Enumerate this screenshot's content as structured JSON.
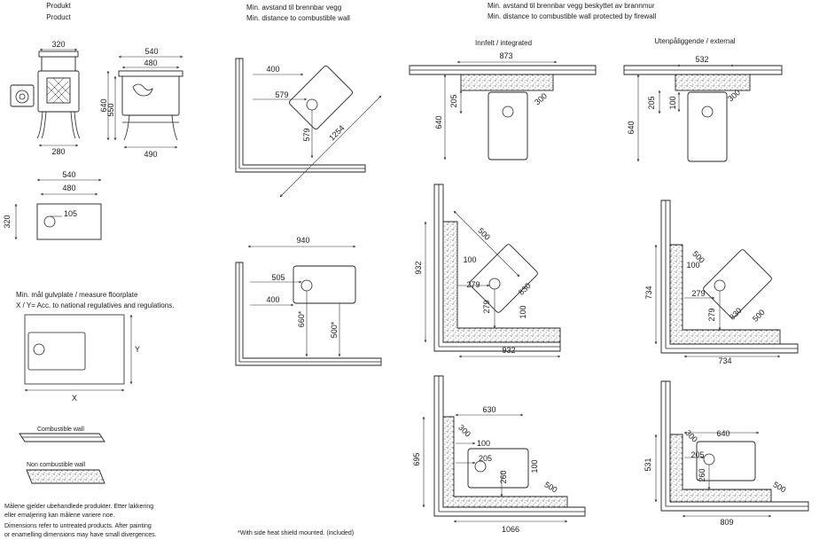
{
  "headers": {
    "product_no": "Produkt",
    "product_en": "Product",
    "combustible_no": "Min. avstand til brennbar vegg",
    "combustible_en": "Min. distance to combustible wall",
    "firewall_no": "Min. avstand til brennbar vegg beskyttet av brannmur",
    "firewall_en": "Min. distance to combustible wall protected by firewall",
    "integrated": "Innfelt / integrated",
    "external": "Utenpåliggende / external"
  },
  "floorplate": {
    "line1": "Min. mål gulvplate / measure floorplate",
    "line2": "X / Y= Acc. to national regulatives and regulations.",
    "x_label": "X",
    "y_label": "Y"
  },
  "legend": {
    "combustible": "Combustible wall",
    "non_combustible": "Non combustible wall"
  },
  "notes": {
    "no_line1": "Målene gjelder ubehandlede produkter. Etter lakkering",
    "no_line2": "eller emaljering kan målene variere noe.",
    "en_line1": "Dimensions refer to untreated products. After painting",
    "en_line2": "or enamelling dimensions may have small divergences.",
    "side_shield": "*With side heat shield mounted. (included)"
  },
  "dims": {
    "front_width": "320",
    "front_base": "280",
    "side_width": "540",
    "side_inner": "480",
    "side_h1": "640",
    "side_h2": "550",
    "side_base": "490",
    "top_width": "540",
    "top_inner": "480",
    "top_depth": "320",
    "top_flue": "105",
    "c1_400": "400",
    "c1_579a": "579",
    "c1_579b": "579",
    "c1_1254": "1254",
    "c2_940": "940",
    "c2_505": "505",
    "c2_400": "400",
    "c2_660": "660*",
    "c2_500": "500*",
    "i1_873": "873",
    "i1_205": "205",
    "i1_300": "300",
    "i1_640": "640",
    "e1_532": "532",
    "e1_205": "205",
    "e1_100": "100",
    "e1_300": "300",
    "e1_640": "640",
    "i2_500": "500",
    "i2_932v": "932",
    "i2_100a": "100",
    "i2_279a": "279",
    "i2_279b": "279",
    "i2_830": "830",
    "i2_100b": "100",
    "i2_932h": "932",
    "e2_500a": "500",
    "e2_734v": "734",
    "e2_100": "100",
    "e2_279a": "279",
    "e2_279b": "279",
    "e2_830": "830",
    "e2_500b": "500",
    "e2_734h": "734",
    "i3_630": "630",
    "i3_300": "300",
    "i3_100a": "100",
    "i3_205": "205",
    "i3_695": "695",
    "i3_260": "260",
    "i3_100b": "100",
    "i3_500": "500",
    "i3_1066": "1066",
    "e3_640": "640",
    "e3_300": "300",
    "e3_205": "205",
    "e3_531": "531",
    "e3_260": "260",
    "e3_500": "500",
    "e3_809": "809"
  },
  "colors": {
    "line": "#222222",
    "background": "#ffffff"
  }
}
